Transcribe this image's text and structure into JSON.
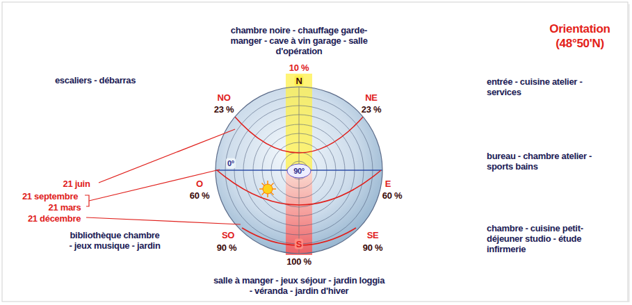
{
  "diagram": {
    "title": "Orientation (48°50'N)",
    "labels": [
      "chambre noire - chauffage garde-manger - cave à vin garage - salle d'opération",
      "10 %",
      "N",
      "escaliers - débarras",
      "NO",
      "23 %",
      "NE",
      "23 %",
      "entrée - cuisine atelier - services",
      "21 juin",
      "21 septembre",
      "21 mars",
      "21 décembre",
      "O",
      "60 %",
      "0°",
      "90°",
      "E",
      "60 %",
      "bureau - chambre atelier - sports bains",
      "bibliothèque chambre - jeux musique - jardin",
      "SO",
      "90 %",
      "SE",
      "90 %",
      "S",
      "100 %",
      "chambre - cuisine petit-déjeuner studio - étude infirmerie",
      "salle à manger - jeux séjour - jardin loggia - véranda - jardin d'hiver"
    ]
  }
}
